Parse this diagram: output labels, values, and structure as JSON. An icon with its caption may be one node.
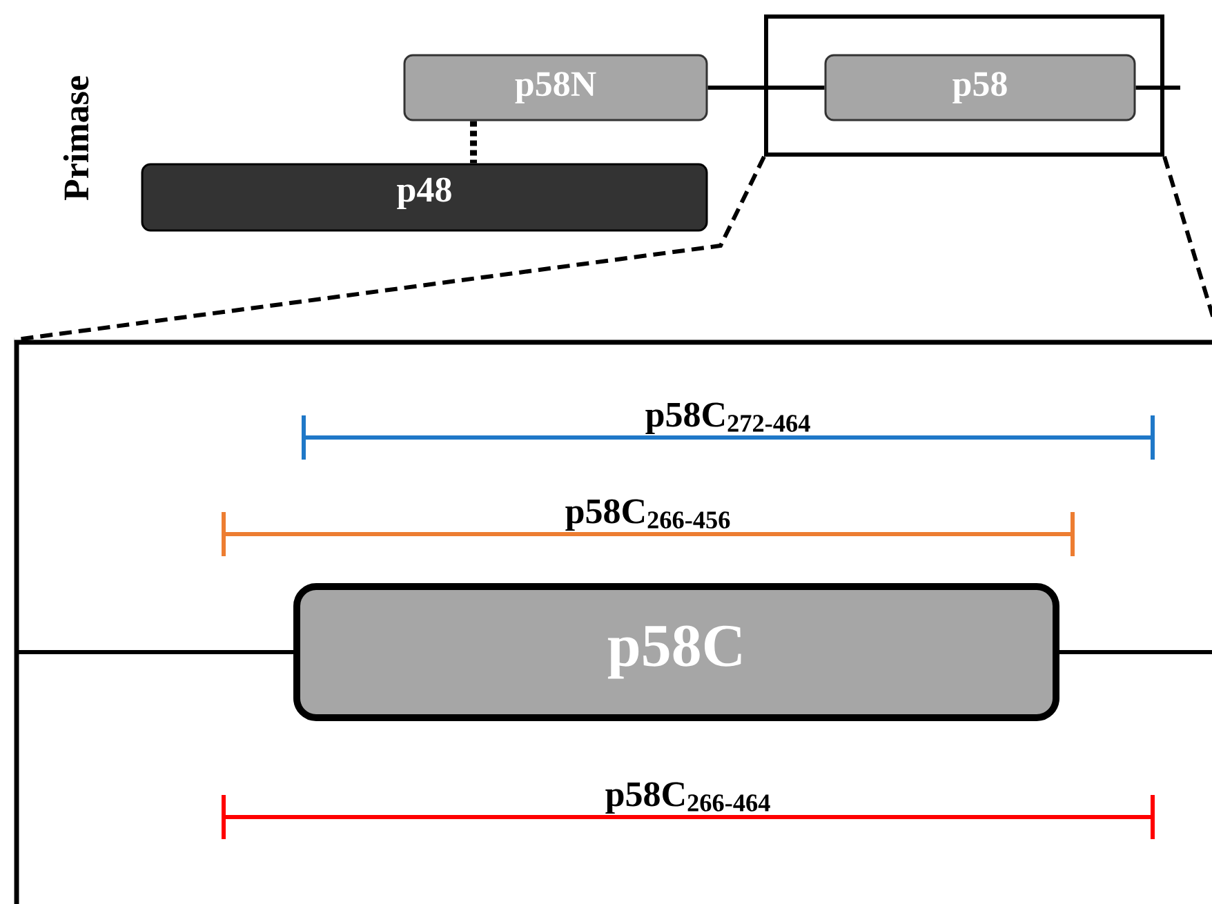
{
  "diagram": {
    "nodes": [
      {
        "text": [
          "p58N"
        ]
      },
      {
        "text": [],
        "shape": "box"
      },
      {
        "text": [
          "p58"
        ],
        "in": 1
      },
      {
        "text": [
          "p48"
        ]
      },
      {
        "text": [],
        "shape": "box"
      },
      {
        "text": [
          "p58C"
        ],
        "in": 4
      }
    ],
    "edges": [
      {
        "from": 0,
        "to": 2,
        "arrow": "none"
      },
      {
        "from": 2,
        "to": null,
        "arrow": "none"
      },
      {
        "from": 0,
        "to": 3,
        "arrow": "none",
        "style": "dashed"
      },
      {
        "from": 1,
        "to": 4,
        "arrow": "none",
        "style": "dashed"
      },
      {
        "from": 1,
        "to": 4,
        "arrow": "none",
        "style": "dashed"
      },
      {
        "from": null,
        "to": 5,
        "arrow": "none"
      },
      {
        "from": 5,
        "to": null,
        "arrow": "none"
      }
    ],
    "labels": [
      "Primase",
      "p58C$_{272-464}$",
      "p58C$_{266-456}$",
      "p58C$_{266-464}$"
    ]
  }
}
